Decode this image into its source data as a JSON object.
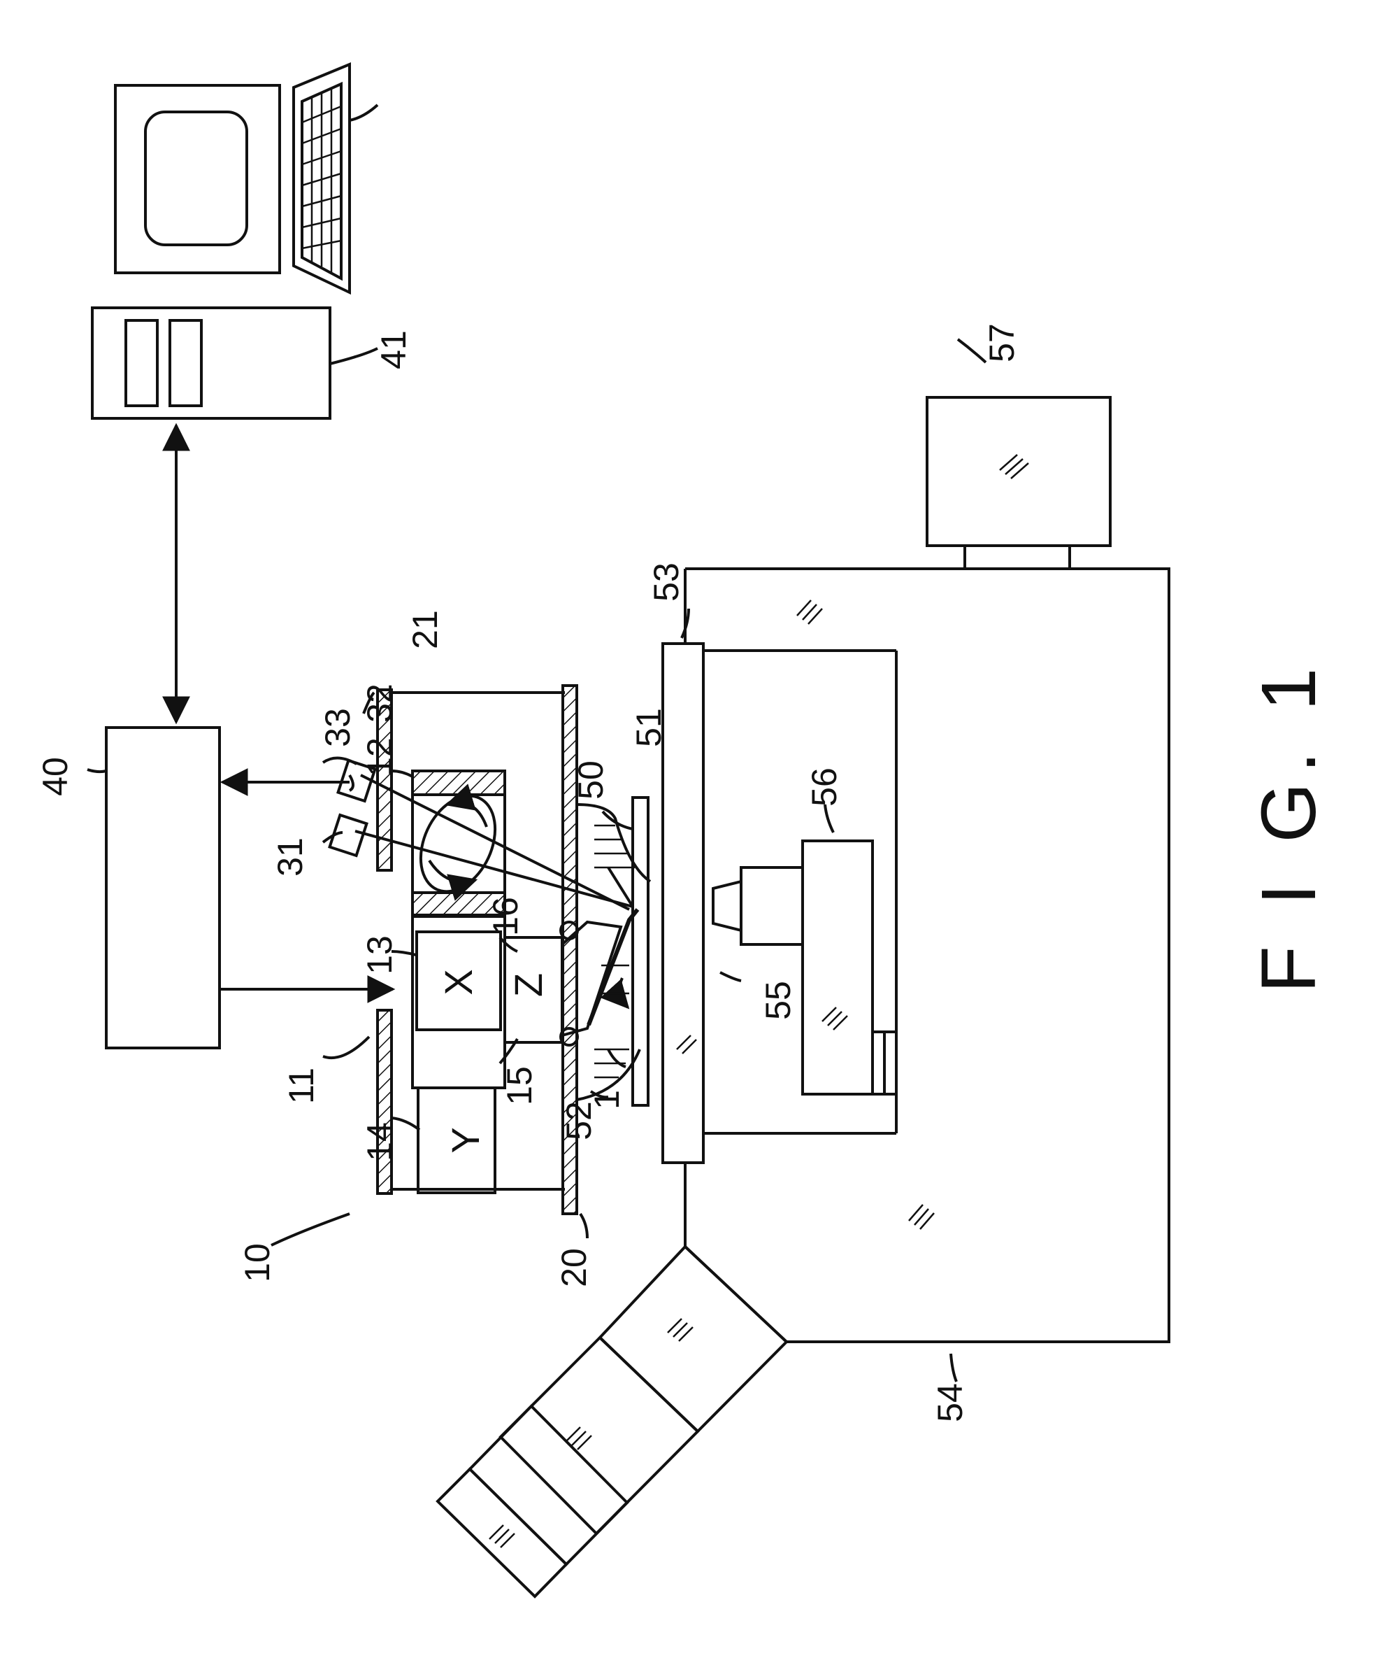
{
  "figure": {
    "title": "F I G. 1"
  },
  "block_letters": {
    "x": "X",
    "y": "Y",
    "z": "Z"
  },
  "labels": {
    "r1": "1",
    "r10": "10",
    "r11": "11",
    "r12": "12",
    "r13": "13",
    "r14": "14",
    "r15": "15",
    "r16": "16",
    "r20": "20",
    "r21": "21",
    "r31": "31",
    "r32": "32",
    "r33": "33",
    "r40": "40",
    "r41": "41",
    "r50": "50",
    "r51": "51",
    "r52": "52",
    "r53": "53",
    "r54": "54",
    "r55": "55",
    "r56": "56",
    "r57": "57"
  }
}
